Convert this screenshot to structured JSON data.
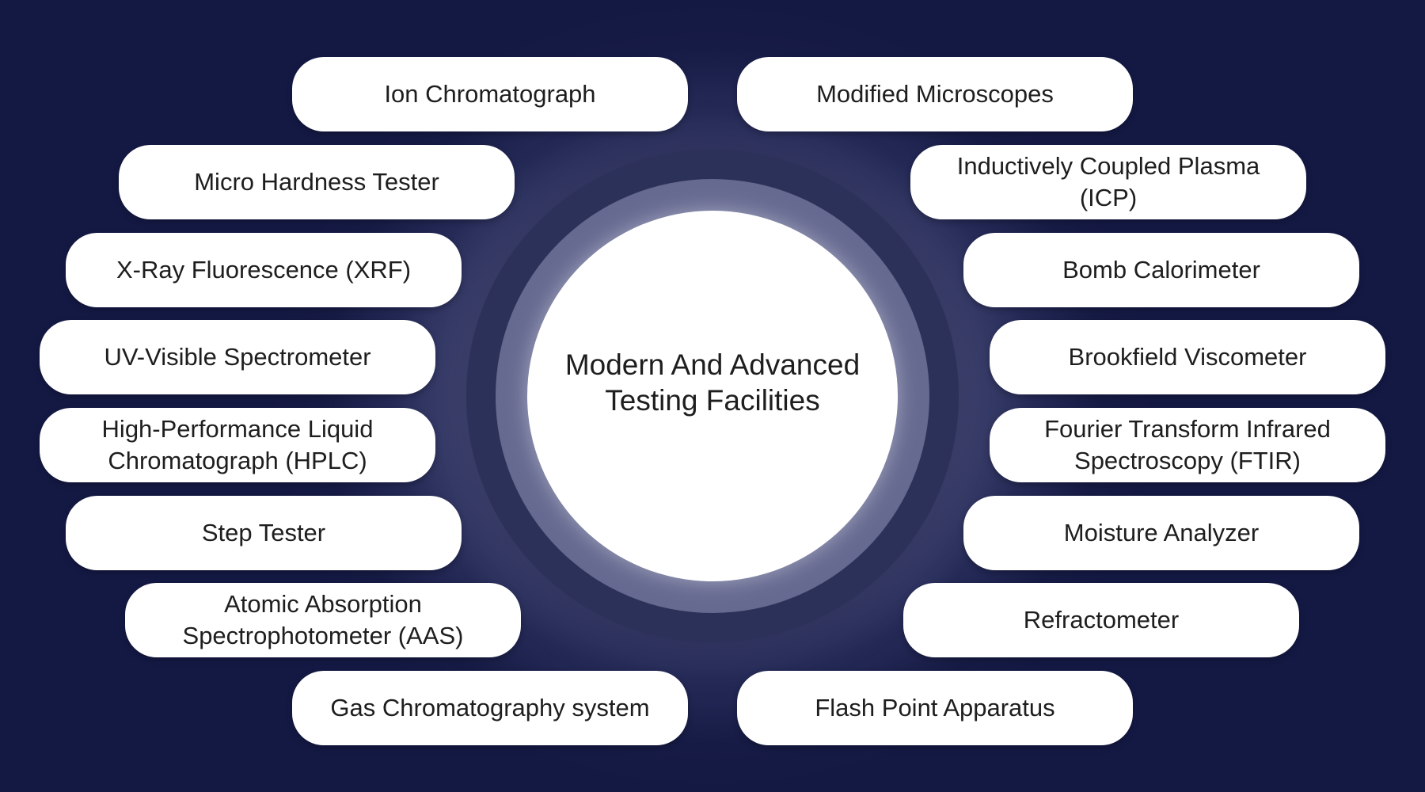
{
  "center": {
    "title": "Modern And Advanced\nTesting Facilities"
  },
  "facilities": {
    "left": [
      "Ion Chromatograph",
      "Micro Hardness Tester",
      "X-Ray Fluorescence (XRF)",
      "UV-Visible Spectrometer",
      "High-Performance Liquid\nChromatograph (HPLC)",
      "Step Tester",
      "Atomic Absorption\nSpectrophotometer (AAS)",
      "Gas Chromatography system"
    ],
    "right": [
      "Modified Microscopes",
      "Inductively Coupled Plasma\n(ICP)",
      "Bomb Calorimeter",
      "Brookfield Viscometer",
      "Fourier Transform Infrared\nSpectroscopy (FTIR)",
      "Moisture Analyzer",
      "Refractometer",
      "Flash Point Apparatus"
    ]
  },
  "colors": {
    "background": "#161b45",
    "ring": "#2c3159",
    "pill": "#ffffff",
    "text": "#1e1e1e"
  }
}
